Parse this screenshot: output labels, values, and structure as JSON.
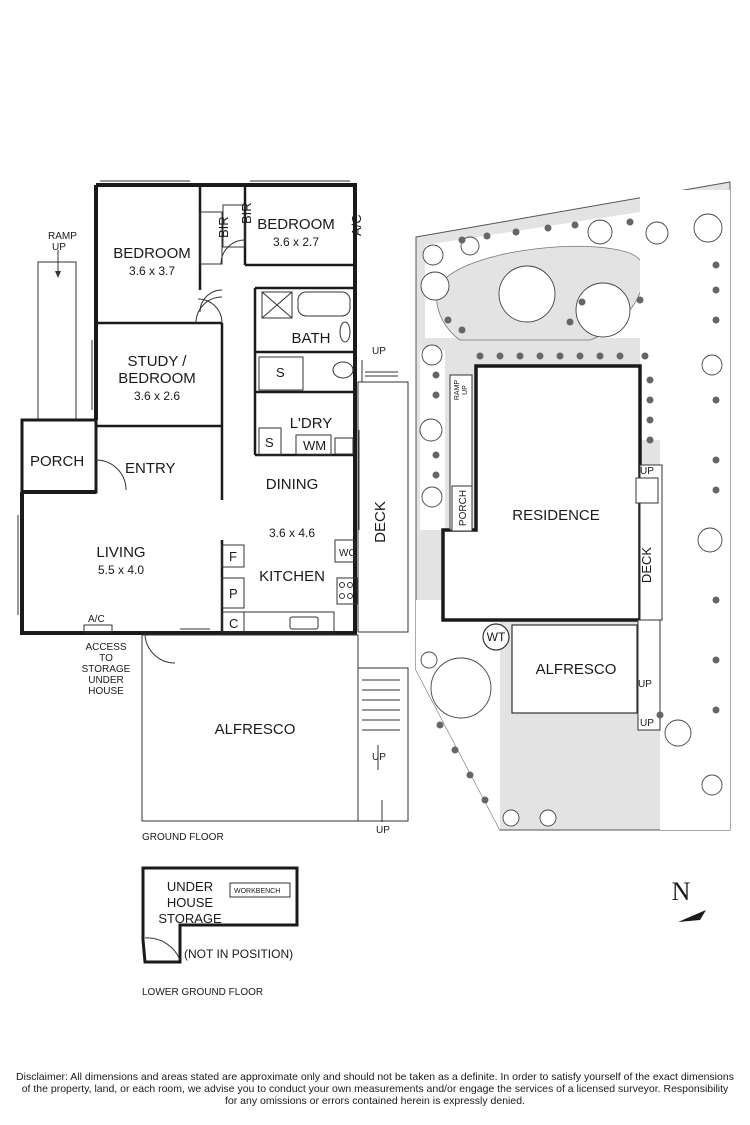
{
  "ground_floor": {
    "rooms": [
      {
        "name": "BEDROOM",
        "dims": "3.6 x 3.7"
      },
      {
        "name": "BEDROOM",
        "dims": "3.6 x 2.7"
      },
      {
        "name": "STUDY /",
        "name2": "BEDROOM",
        "dims": "3.6 x 2.6"
      },
      {
        "name": "BATH"
      },
      {
        "name": "L'DRY"
      },
      {
        "name": "ENTRY"
      },
      {
        "name": "PORCH"
      },
      {
        "name": "DINING",
        "dims": "3.6 x 4.6"
      },
      {
        "name": "KITCHEN"
      },
      {
        "name": "LIVING",
        "dims": "5.5 x 4.0"
      },
      {
        "name": "ALFRESCO"
      },
      {
        "name": "DECK"
      }
    ],
    "fixtures": {
      "bir": "BIR",
      "ac": "A/C",
      "s": "S",
      "wm": "WM",
      "wo": "WO",
      "f": "F",
      "p": "P",
      "c": "C"
    },
    "notes": {
      "ramp_up": "RAMP",
      "ramp_up2": "UP",
      "up": "UP",
      "access": [
        "ACCESS",
        "TO",
        "STORAGE",
        "UNDER",
        "HOUSE"
      ]
    },
    "floor_label": "GROUND FLOOR"
  },
  "lower_ground_floor": {
    "storage": [
      "UNDER",
      "HOUSE",
      "STORAGE"
    ],
    "workbench": "WORKBENCH",
    "not_in_position": "(NOT IN POSITION)",
    "floor_label": "LOWER GROUND FLOOR"
  },
  "site_plan": {
    "residence": "RESIDENCE",
    "alfresco": "ALFRESCO",
    "deck": "DECK",
    "porch": "PORCH",
    "wt": "WT",
    "ramp": "RAMP",
    "up": "UP"
  },
  "north": "N",
  "disclaimer": [
    "Disclaimer: All dimensions and areas stated are approximate only and should not be taken as a definite. In order to satisfy yourself of the exact dimensions",
    "of the property, land, or each room, we advise you to conduct your own measurements and/or engage the services of a licensed surveyor. Responsibility",
    "for any omissions or errors contained herein is expressly denied."
  ],
  "colors": {
    "line": "#1a1a1a",
    "lot": "#e3e3e3",
    "background": "#ffffff"
  }
}
